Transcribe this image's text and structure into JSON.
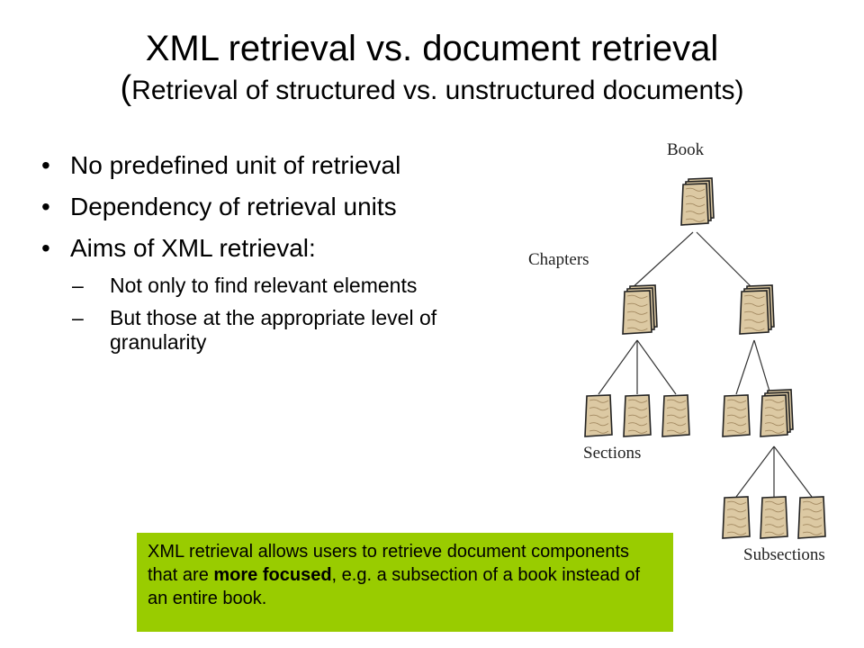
{
  "title": {
    "main": "XML retrieval vs. document retrieval",
    "sub_open": "(",
    "sub_text": "Retrieval of structured vs. unstructured documents",
    "sub_close": ")"
  },
  "bullets": [
    {
      "text": "No predefined unit of retrieval"
    },
    {
      "text": "Dependency of retrieval units"
    },
    {
      "text": "Aims of XML retrieval:"
    }
  ],
  "sub_bullets": [
    {
      "text": "Not only to find relevant elements"
    },
    {
      "text": "But those at the appropriate level of granularity"
    }
  ],
  "callout": {
    "before": "XML retrieval allows users to retrieve document components that are ",
    "bold": "more focused",
    "after": ", e.g.  a subsection of a book instead of an entire book."
  },
  "tree": {
    "labels": {
      "book": "Book",
      "chapters": "Chapters",
      "sections": "Sections",
      "subsections": "Subsections"
    },
    "colors": {
      "paper": "#dcc9a3",
      "ink": "#222222",
      "edge": "#333333"
    },
    "icon_name": "document-stack-icon"
  }
}
